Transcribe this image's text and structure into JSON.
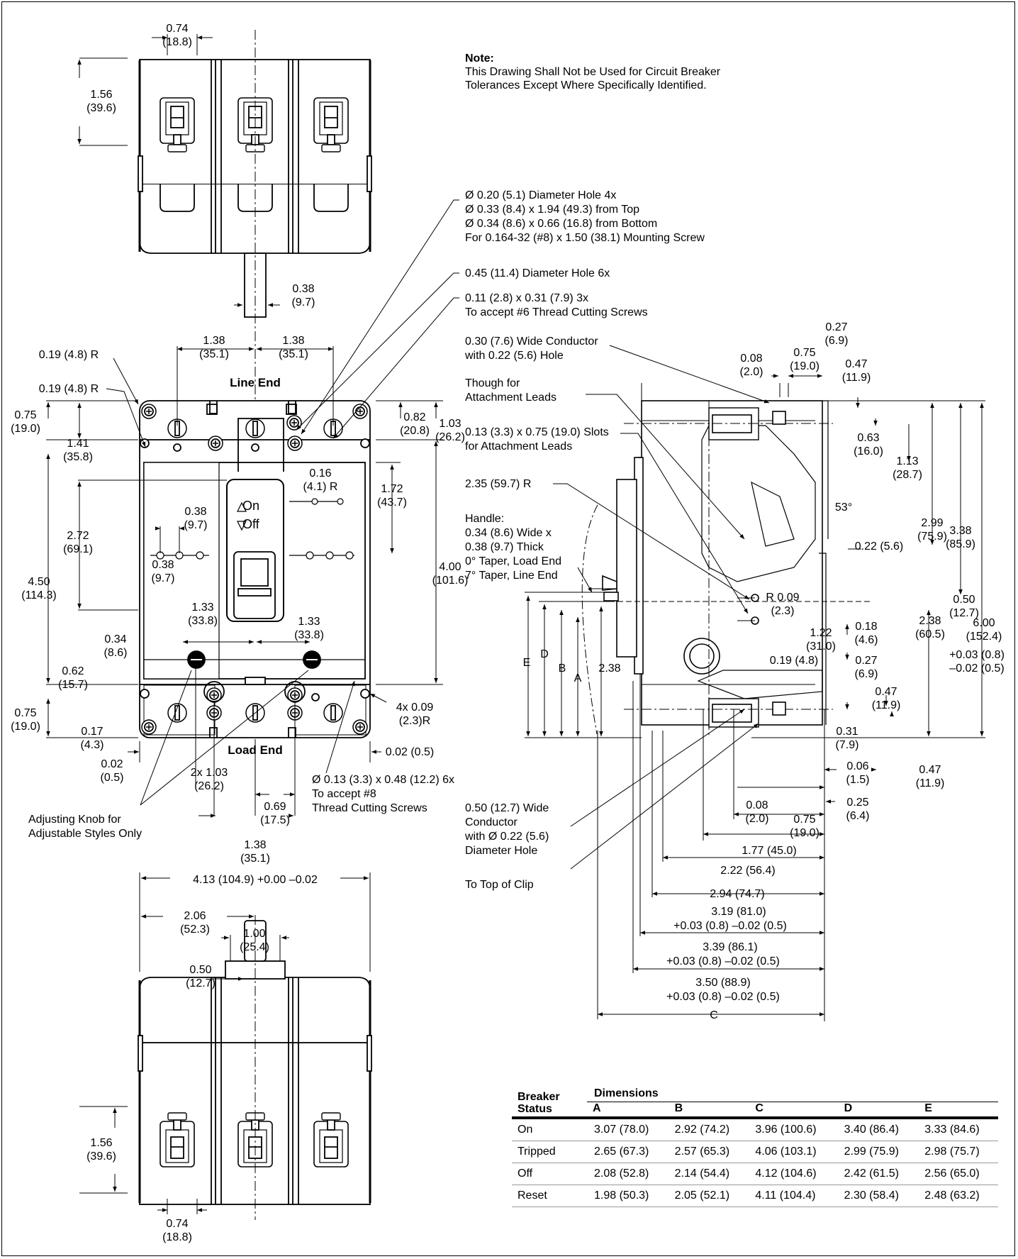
{
  "note": {
    "title": "Note:",
    "line1": "This Drawing Shall Not be Used for Circuit Breaker",
    "line2": "Tolerances Except Where Specifically Identified."
  },
  "callouts": {
    "hole4x_1": "Ø 0.20 (5.1) Diameter Hole 4x",
    "hole4x_2": "Ø 0.33 (8.4) x 1.94 (49.3) from Top",
    "hole4x_3": "Ø 0.34 (8.6) x 0.66 (16.8) from Bottom",
    "hole4x_4": "For 0.164-32 (#8) x 1.50 (38.1) Mounting Screw",
    "hole6x": "0.45 (11.4) Diameter Hole 6x",
    "slot3x_1": "0.11 (2.8) x 0.31 (7.9) 3x",
    "slot3x_2": "To accept #6 Thread Cutting Screws",
    "cond_1": "0.30 (7.6) Wide Conductor",
    "cond_2": "with 0.22 (5.6) Hole",
    "though_1": "Though for",
    "though_2": "Attachment Leads",
    "slots_1": "0.13 (3.3) x 0.75 (19.0) Slots",
    "slots_2": "for Attachment Leads",
    "radius": "2.35 (59.7) R",
    "handle_1": "Handle:",
    "handle_2": "0.34 (8.6) Wide x",
    "handle_3": "0.38 (9.7) Thick",
    "handle_4": "0° Taper, Load End",
    "handle_5": "7° Taper, Line End",
    "line_end": "Line End",
    "load_end": "Load End",
    "on": "On",
    "off": "Off",
    "knob_1": "Adjusting Knob for",
    "knob_2": "Adjustable Styles Only",
    "screw6x_1": "Ø 0.13 (3.3) x 0.48 (12.2) 6x",
    "screw6x_2": "To accept #8",
    "screw6x_3": "Thread Cutting Screws",
    "cond2_1": "0.50 (12.7) Wide",
    "cond2_2": "Conductor",
    "cond2_3": "with Ø 0.22 (5.6)",
    "cond2_4": "Diameter Hole",
    "clip": "To Top of Clip",
    "r009": "R 0.09",
    "r009b": "(2.3)",
    "fourx009_1": "4x 0.09",
    "fourx009_2": "(2.3)R",
    "angle": "53°"
  },
  "dims": {
    "d074a": "0.74",
    "d074b": "(18.8)",
    "d156a": "1.56",
    "d156b": "(39.6)",
    "d038a": "0.38",
    "d038b": "(9.7)",
    "d138a": "1.38",
    "d138b": "(35.1)",
    "d019r": "0.19 (4.8) R",
    "d075a": "0.75",
    "d075b": "(19.0)",
    "d141a": "1.41",
    "d141b": "(35.8)",
    "d082a": "0.82",
    "d082b": "(20.8)",
    "d103a": "1.03",
    "d103b": "(26.2)",
    "d016a": "0.16",
    "d016b": "(4.1) R",
    "d172a": "1.72",
    "d172b": "(43.7)",
    "d272a": "2.72",
    "d272b": "(69.1)",
    "d450a": "4.50",
    "d450b": "(114.3)",
    "d400a": "4.00",
    "d400b": "(101.6)",
    "d133a": "1.33",
    "d133b": "(33.8)",
    "d034a": "0.34",
    "d034b": "(8.6)",
    "d062a": "0.62",
    "d062b": "(15.7)",
    "d017a": "0.17",
    "d017b": "(4.3)",
    "d002a": "0.02",
    "d002b": "(0.5)",
    "d002c": "0.02 (0.5)",
    "d2x103a": "2x 1.03",
    "d2x103b": "(26.2)",
    "d069a": "0.69",
    "d069b": "(17.5)",
    "d413": "4.13 (104.9) +0.00 –0.02",
    "d206a": "2.06",
    "d206b": "(52.3)",
    "d100a": "1.00",
    "d100b": "(25.4)",
    "d050a": "0.50",
    "d050b": "(12.7)",
    "d027a": "0.27",
    "d027b": "(6.9)",
    "d008a": "0.08",
    "d008b": "(2.0)",
    "d047a": "0.47",
    "d047b": "(11.9)",
    "d063a": "0.63",
    "d063b": "(16.0)",
    "d113a": "1.13",
    "d113b": "(28.7)",
    "d299a": "2.99",
    "d299b": "(75.9)",
    "d338a": "3.38",
    "d338b": "(85.9)",
    "d022": "0.22 (5.6)",
    "d600a": "6.00",
    "d600b": "(152.4)",
    "tol_p": "+0.03 (0.8)",
    "tol_m": "–0.02 (0.5)",
    "d122a": "1.22",
    "d122b": "(31.0)",
    "d018a": "0.18",
    "d018b": "(4.6)",
    "d019": "0.19 (4.8)",
    "d238a": "2.38",
    "d238b": "(60.5)",
    "d238": "2.38",
    "d031a": "0.31",
    "d031b": "(7.9)",
    "d006a": "0.06",
    "d006b": "(1.5)",
    "d025a": "0.25",
    "d025b": "(6.4)",
    "d177": "1.77 (45.0)",
    "d222": "2.22 (56.4)",
    "d294": "2.94 (74.7)",
    "d319": "3.19 (81.0)",
    "d339": "3.39 (86.1)",
    "d350": "3.50 (88.9)",
    "d_tol": "+0.03 (0.8) –0.02 (0.5)",
    "A": "A",
    "B": "B",
    "C": "C",
    "D": "D",
    "E": "E"
  },
  "table": {
    "corner_1": "Breaker",
    "corner_2": "Status",
    "group": "Dimensions",
    "columns": [
      "A",
      "B",
      "C",
      "D",
      "E"
    ],
    "rows": [
      {
        "status": "On",
        "values": [
          "3.07 (78.0)",
          "2.92 (74.2)",
          "3.96 (100.6)",
          "3.40 (86.4)",
          "3.33 (84.6)"
        ]
      },
      {
        "status": "Tripped",
        "values": [
          "2.65 (67.3)",
          "2.57 (65.3)",
          "4.06 (103.1)",
          "2.99 (75.9)",
          "2.98 (75.7)"
        ]
      },
      {
        "status": "Off",
        "values": [
          "2.08 (52.8)",
          "2.14 (54.4)",
          "4.12 (104.6)",
          "2.42 (61.5)",
          "2.56 (65.0)"
        ]
      },
      {
        "status": "Reset",
        "values": [
          "1.98 (50.3)",
          "2.05 (52.1)",
          "4.11 (104.4)",
          "2.30 (58.4)",
          "2.48 (63.2)"
        ]
      }
    ]
  }
}
